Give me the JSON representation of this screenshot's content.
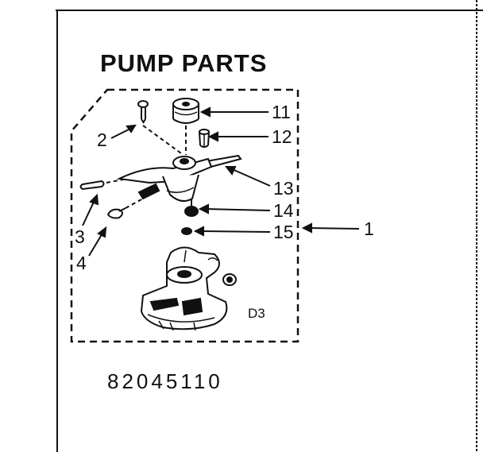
{
  "diagram": {
    "title": "PUMP PARTS",
    "part_number": "82045110",
    "view_label": "D3",
    "callouts": {
      "c1": "1",
      "c2": "2",
      "c3": "3",
      "c4": "4",
      "c11": "11",
      "c12": "12",
      "c13": "13",
      "c14": "14",
      "c15": "15"
    }
  },
  "colors": {
    "ink": "#111111",
    "paper": "#ffffff"
  }
}
